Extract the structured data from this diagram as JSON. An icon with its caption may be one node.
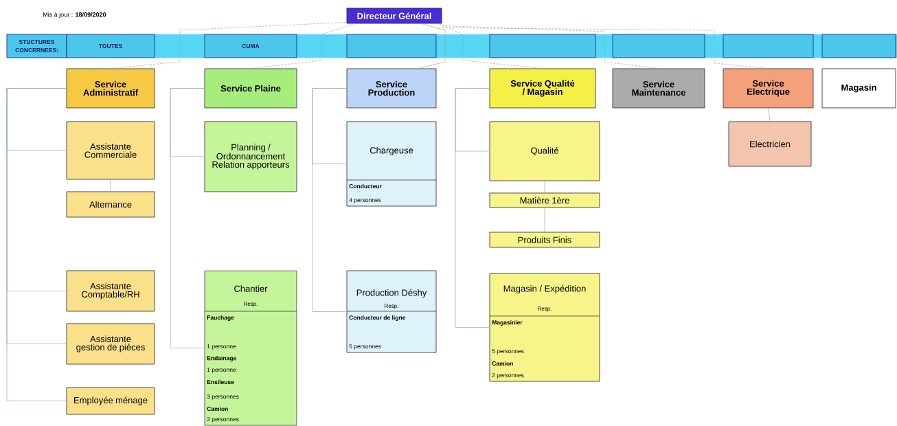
{
  "diagram": {
    "nodes": [
      {
        "text": [
          "Directeur Général"
        ]
      },
      {
        "text": [
          "STUCTURES CONCERNEES:"
        ]
      },
      {
        "text": [
          "TOUTES"
        ]
      },
      {
        "text": [
          "CUMA"
        ]
      },
      {
        "text": [],
        "shape": "box"
      },
      {
        "text": [],
        "shape": "box"
      },
      {
        "text": [],
        "shape": "box"
      },
      {
        "text": [],
        "shape": "box"
      },
      {
        "text": [],
        "shape": "box"
      },
      {
        "text": [
          "Service Administratif"
        ]
      },
      {
        "text": [
          "Service Plaine"
        ]
      },
      {
        "text": [
          "Service Production"
        ]
      },
      {
        "text": [
          "Service Qualité / Magasin"
        ]
      },
      {
        "text": [
          "Service Maintenance"
        ]
      },
      {
        "text": [
          "Service Electrique"
        ]
      },
      {
        "text": [
          "Magasin"
        ]
      },
      {
        "text": [
          "Assistante Commerciale"
        ]
      },
      {
        "text": [
          "Alternance"
        ]
      },
      {
        "text": [
          "Assistante Comptable/RH"
        ]
      },
      {
        "text": [
          "Assistante gestion de pièces"
        ]
      },
      {
        "text": [
          "Employée ménage"
        ]
      },
      {
        "text": [
          "Planning / Ordonnancement Relation apporteurs"
        ]
      },
      {
        "text": [
          "Chantier",
          "Resp.",
          "Fauchage",
          "1 personne",
          "Endainage",
          "1 personne",
          "Ensileuse",
          "3 personnes",
          "Camion",
          "2 personnes"
        ]
      },
      {
        "text": [
          "Chargeuse",
          "Conducteur",
          "4 personnes"
        ]
      },
      {
        "text": [
          "Production Déshy",
          "Resp.",
          "Conducteur de ligne",
          "5 personnes"
        ]
      },
      {
        "text": [
          "Qualité"
        ]
      },
      {
        "text": [
          "Matière 1ère"
        ]
      },
      {
        "text": [
          "Produits Finis"
        ]
      },
      {
        "text": [
          "Magasin / Expédition",
          "Resp.",
          "Magasinier",
          "5 personnes",
          "Camion",
          "2 personnes"
        ]
      },
      {
        "text": [
          "Electricien"
        ]
      }
    ],
    "edges": [
      {
        "from": 0,
        "to": 9,
        "arrow": "none",
        "style": "dashed"
      },
      {
        "from": 0,
        "to": 10,
        "arrow": "none",
        "style": "dashed"
      },
      {
        "from": 0,
        "to": 11,
        "arrow": "none"
      },
      {
        "from": 0,
        "to": 12,
        "arrow": "none",
        "style": "dashed"
      },
      {
        "from": 0,
        "to": 13,
        "arrow": "none",
        "style": "dashed"
      },
      {
        "from": 0,
        "to": 14,
        "arrow": "none",
        "style": "dashed"
      },
      {
        "from": 9,
        "to": 16,
        "arrow": "none"
      },
      {
        "from": 16,
        "to": 17,
        "arrow": "none"
      },
      {
        "from": 9,
        "to": 18,
        "arrow": "none"
      },
      {
        "from": 9,
        "to": 19,
        "arrow": "none"
      },
      {
        "from": 9,
        "to": 20,
        "arrow": "none"
      },
      {
        "from": 10,
        "to": 21,
        "arrow": "none"
      },
      {
        "from": 10,
        "to": 22,
        "arrow": "none"
      },
      {
        "from": 11,
        "to": 23,
        "arrow": "none"
      },
      {
        "from": 11,
        "to": 24,
        "arrow": "none"
      },
      {
        "from": 12,
        "to": 25,
        "arrow": "none"
      },
      {
        "from": 25,
        "to": 26,
        "arrow": "none"
      },
      {
        "from": 26,
        "to": 27,
        "arrow": "none"
      },
      {
        "from": 12,
        "to": 28,
        "arrow": "none"
      },
      {
        "from": 14,
        "to": 29,
        "arrow": "none"
      }
    ],
    "labels": [
      "Mis à jour : **18/09/2020**"
    ]
  }
}
